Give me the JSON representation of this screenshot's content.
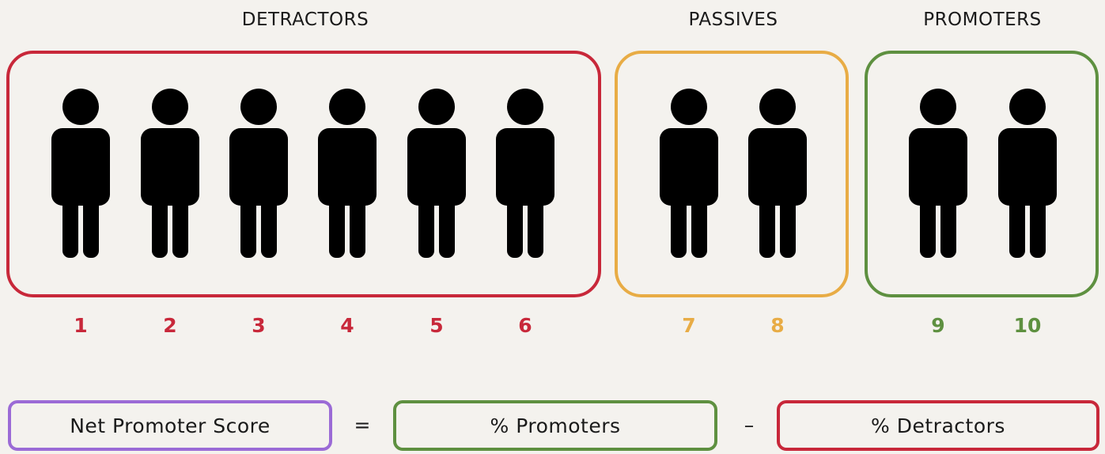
{
  "groups": {
    "detractors": {
      "title": "DETRACTORS",
      "color": "#c8283a"
    },
    "passives": {
      "title": "PASSIVES",
      "color": "#e8ac45"
    },
    "promoters": {
      "title": "PROMOTERS",
      "color": "#5e9040"
    }
  },
  "scores": [
    "1",
    "2",
    "3",
    "4",
    "5",
    "6",
    "7",
    "8",
    "9",
    "10"
  ],
  "icons": {
    "person": "person-icon"
  },
  "formula": {
    "nps_label": "Net Promoter Score",
    "equals": "=",
    "promoters_label": "% Promoters",
    "minus": "–",
    "detractors_label": "% Detractors",
    "nps_color": "#9b6bd6"
  }
}
